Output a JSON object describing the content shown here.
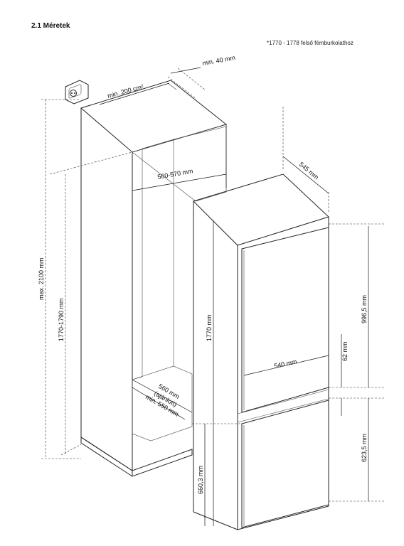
{
  "section_title": "2.1 Méretek",
  "note": "*1770 - 1778 felső fémburkolathoz",
  "dimensions": {
    "min_40": "min. 40 mm",
    "min_200": "min. 200 cm²",
    "width_560_570": "560-570 mm",
    "max_2100": "max. 2100 mm",
    "niche_1770_1790": "1770-1790 mm",
    "depth_545": "545 mm",
    "height_1770": "1770 mm",
    "door_996": "996,5 mm",
    "width_540": "540 mm",
    "gap_62": "62 mm",
    "door_623": "623,5 mm",
    "lower_660": "660,3 mm",
    "depth_560": "560 mm",
    "recommended": "(ajánlott)",
    "min_550": "min. 550 mm"
  },
  "icons": {
    "socket": "power-socket-icon"
  }
}
